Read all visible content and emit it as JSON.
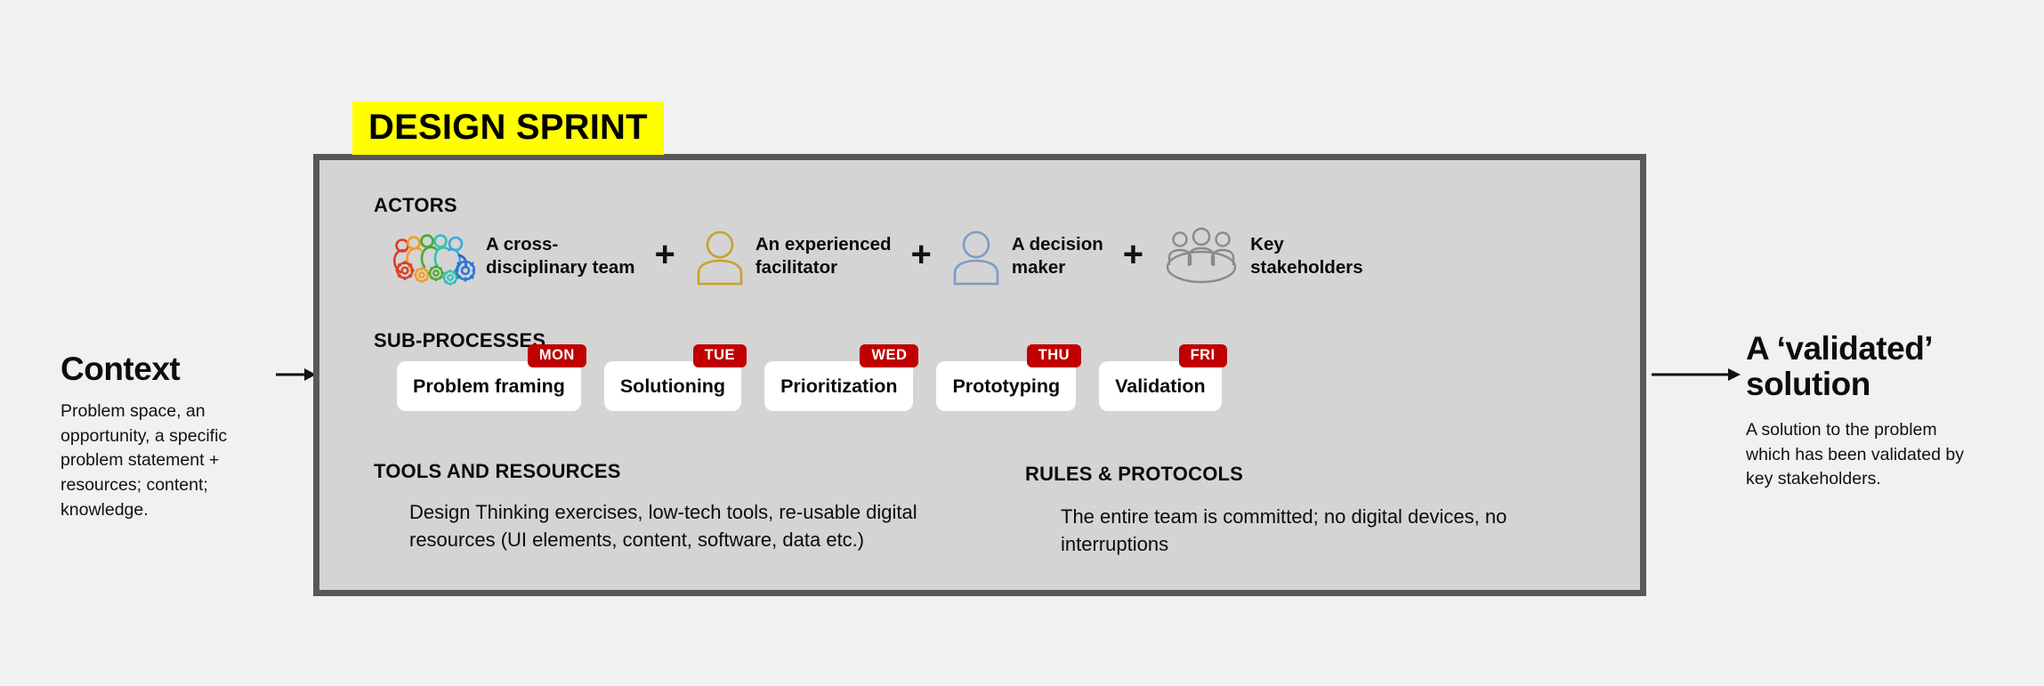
{
  "page": {
    "background_color": "#f1f1f1",
    "accent_yellow": "#ffff00",
    "accent_red": "#c00000",
    "box_fill": "#d4d4d4",
    "box_border": "#585858"
  },
  "context": {
    "title": "Context",
    "description": "Problem space, an opportunity, a specific problem statement + resources; content; knowledge."
  },
  "outcome": {
    "title": "A ‘validated’ solution",
    "description": "A solution to the problem which has been validated by key stakeholders."
  },
  "sprint": {
    "title": "DESIGN SPRINT",
    "actors": {
      "label": "ACTORS",
      "items": [
        {
          "icon": "cross-disciplinary-team-icon",
          "label": "A cross-\ndisciplinary team"
        },
        {
          "icon": "facilitator-person-icon",
          "label": "An experienced\nfacilitator"
        },
        {
          "icon": "decision-maker-person-icon",
          "label": "A decision\nmaker"
        },
        {
          "icon": "key-stakeholders-group-icon",
          "label": "Key\nstakeholders"
        }
      ],
      "separator": "+"
    },
    "subprocesses": {
      "label": "SUB-PROCESSES",
      "steps": [
        {
          "day": "MON",
          "name": "Problem framing"
        },
        {
          "day": "TUE",
          "name": "Solutioning"
        },
        {
          "day": "WED",
          "name": "Prioritization"
        },
        {
          "day": "THU",
          "name": "Prototyping"
        },
        {
          "day": "FRI",
          "name": "Validation"
        }
      ]
    },
    "tools": {
      "label": "TOOLS AND RESOURCES",
      "text": "Design Thinking exercises, low-tech tools, re-usable digital resources (UI elements, content, software, data etc.)"
    },
    "rules": {
      "label": "RULES & PROTOCOLS",
      "text": "The entire team is committed; no digital devices, no interruptions"
    }
  }
}
